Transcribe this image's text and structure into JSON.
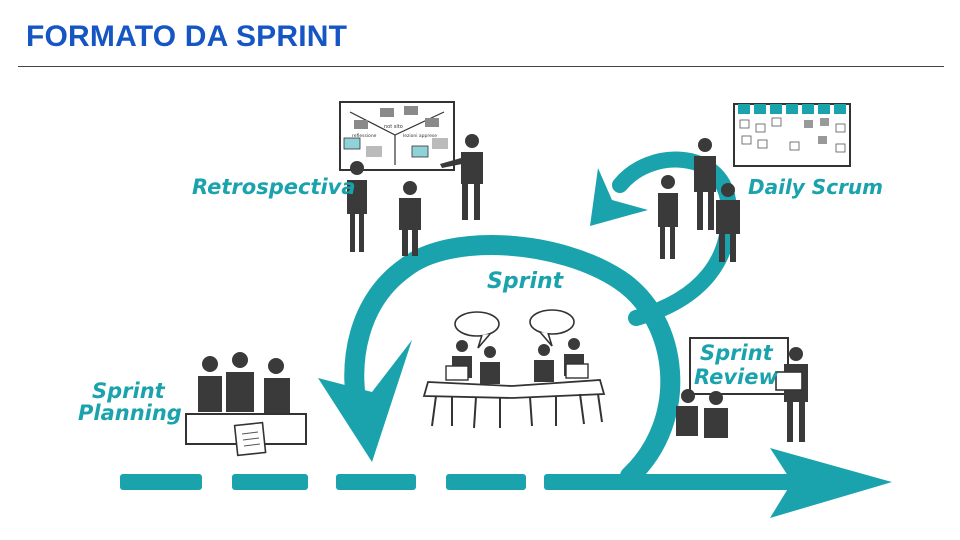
{
  "page": {
    "title": "FORMATO DA SPRINT"
  },
  "diagram": {
    "labels": {
      "retrospectiva": "Retrospectiva",
      "daily_scrum": "Daily Scrum",
      "sprint": "Sprint",
      "sprint_review_line1": "Sprint",
      "sprint_review_line2": "Review",
      "sprint_planning_line1": "Sprint",
      "sprint_planning_line2": "Planning"
    },
    "board_text": {
      "t1": "not sito",
      "t2": "reflessione",
      "t3": "lezioni apprese"
    },
    "colors": {
      "accent": "#1aa3ad",
      "ink": "#333333",
      "title": "#1655c4"
    }
  }
}
